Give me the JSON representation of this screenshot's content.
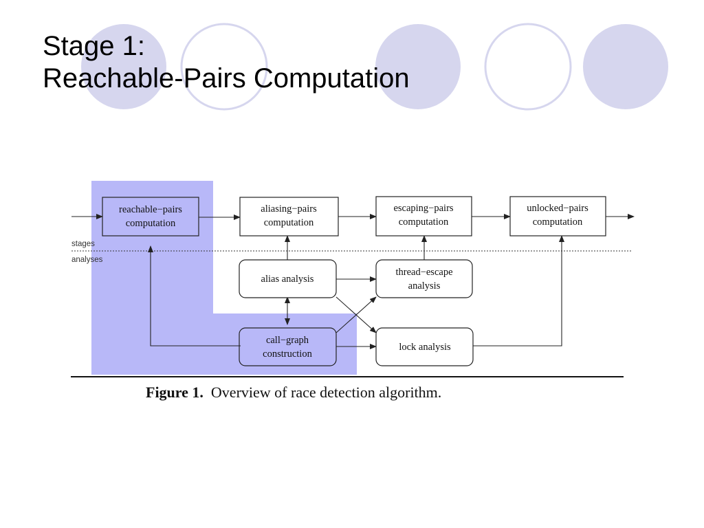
{
  "slide": {
    "title_line1": "Stage 1:",
    "title_line2": "Reachable-Pairs Computation"
  },
  "decoration": {
    "circle_fill": "#d6d6ee",
    "circle_stroke": "#d6d6ee"
  },
  "diagram": {
    "highlight_color": "#b8b8f8",
    "side_labels": {
      "stages": "stages",
      "analyses": "analyses"
    },
    "boxes": {
      "reachable_pairs": [
        "reachable−pairs",
        "computation"
      ],
      "aliasing_pairs": [
        "aliasing−pairs",
        "computation"
      ],
      "escaping_pairs": [
        "escaping−pairs",
        "computation"
      ],
      "unlocked_pairs": [
        "unlocked−pairs",
        "computation"
      ],
      "alias_analysis": [
        "alias analysis"
      ],
      "thread_escape": [
        "thread−escape",
        "analysis"
      ],
      "call_graph": [
        "call−graph",
        "construction"
      ],
      "lock_analysis": [
        "lock analysis"
      ]
    }
  },
  "caption": {
    "label": "Figure 1.",
    "text": "Overview of race detection algorithm."
  }
}
